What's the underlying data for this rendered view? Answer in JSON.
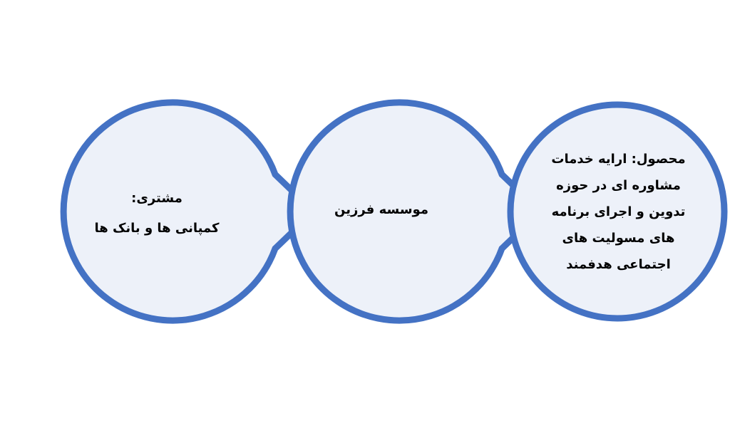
{
  "colors": {
    "ring": "#4472C4",
    "fill": "#EDF1F9",
    "text": "#000000"
  },
  "nodes": [
    {
      "id": "customer",
      "lines": [
        "مشتری:",
        "کمپانی ها و بانک ها"
      ]
    },
    {
      "id": "organization",
      "lines": [
        "موسسه فرزین"
      ]
    },
    {
      "id": "product",
      "lines": [
        "محصول: ارایه خدمات",
        "مشاوره ای در حوزه",
        "تدوین و اجرای برنامه",
        "های مسولیت های",
        "اجتماعی هدفمند"
      ]
    }
  ]
}
